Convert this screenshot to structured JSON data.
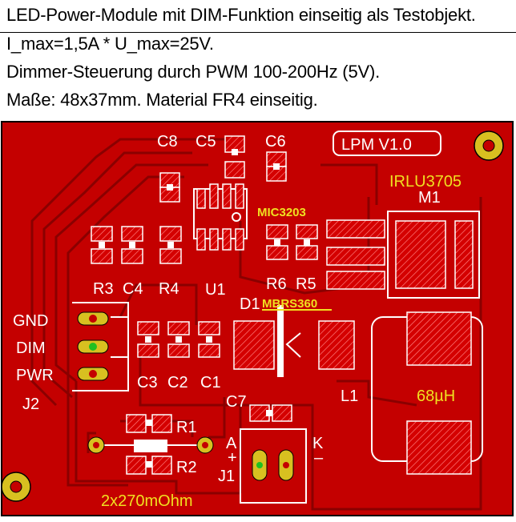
{
  "header": {
    "line1": "LED-Power-Module mit DIM-Funktion einseitig als Testobjekt.",
    "line2": "I_max=1,5A  * U_max=25V.",
    "line3": "Dimmer-Steuerung durch PWM 100-200Hz (5V).",
    "line4": "Maße: 48x37mm. Material FR4 einseitig."
  },
  "labels": {
    "c8": "C8",
    "c5": "C5",
    "c6": "C6",
    "lpm": "LPM V1.0",
    "irlu": "IRLU3705",
    "m1": "M1",
    "mic": "MIC3203",
    "r3": "R3",
    "c4": "C4",
    "r4": "R4",
    "u1": "U1",
    "r6": "R6",
    "r5": "R5",
    "d1": "D1",
    "mbrs": "MBRS360",
    "gnd": "GND",
    "dim": "DIM",
    "pwr": "PWR",
    "j2": "J2",
    "c3": "C3",
    "c2": "C2",
    "c1": "C1",
    "l1": "L1",
    "uh": "68µH",
    "c7": "C7",
    "r1": "R1",
    "r2": "R2",
    "a": "A",
    "plus": "+",
    "j1": "J1",
    "k": "K",
    "minus": "–",
    "res": "2x270mOhm"
  },
  "colors": {
    "board": "#c40000",
    "copper": "#cc0000",
    "trace": "#990000",
    "silk": "#ffffff",
    "yellow": "#f0e020",
    "pad": "#c40000"
  }
}
